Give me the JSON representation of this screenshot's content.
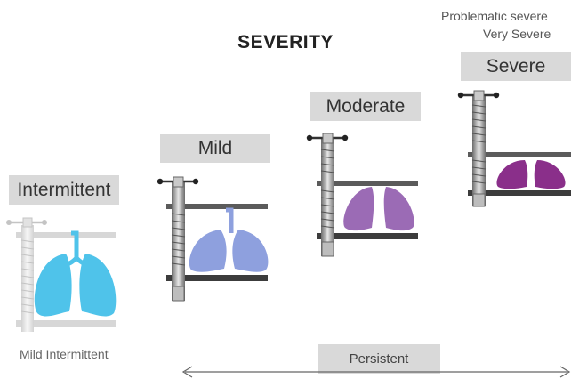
{
  "title": "SEVERITY",
  "levels": [
    {
      "label": "Intermittent",
      "lung_color": "#4fc3ea"
    },
    {
      "label": "Mild",
      "lung_color": "#8ea0de"
    },
    {
      "label": "Moderate",
      "lung_color": "#9b6bb5"
    },
    {
      "label": "Severe",
      "lung_color": "#8a2f8a"
    }
  ],
  "notes": {
    "problematic": "Problematic severe",
    "very_severe": "Very Severe",
    "mild_intermittent": "Mild Intermittent"
  },
  "persistent_label": "Persistent"
}
